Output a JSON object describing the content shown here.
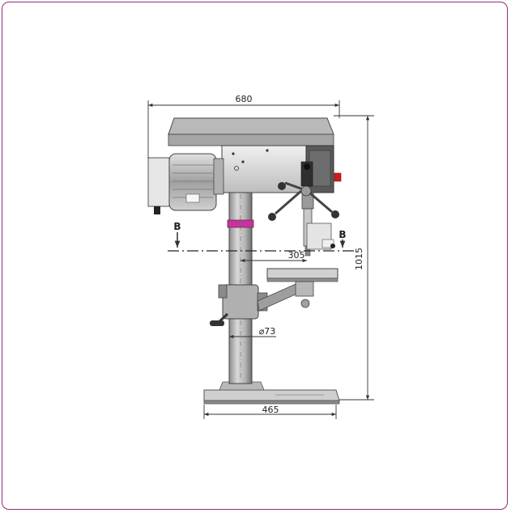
{
  "colors": {
    "frame_border": "#8e2c7a",
    "metal_light": "#d9d9d9",
    "metal_mid": "#a8a8a8",
    "metal_dark": "#4a4a4a",
    "accent_magenta": "#c4359a",
    "switch_red": "#d11a1a",
    "dimension_line": "#333333"
  },
  "dimensions": {
    "overall_width": "680",
    "overall_height": "1015",
    "table_reach": "305",
    "column_diameter": "⌀73",
    "base_width": "465"
  },
  "section": {
    "left_marker": "B",
    "right_marker": "B"
  }
}
